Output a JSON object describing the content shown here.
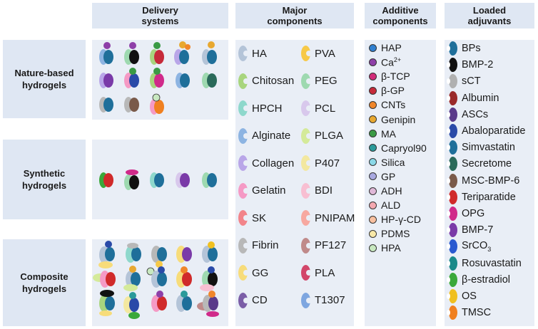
{
  "headers": {
    "delivery": "Delivery systems",
    "major": "Major components",
    "additive": "Additive components",
    "loaded": "Loaded adjuvants"
  },
  "rows": {
    "nature": "Nature-based hydrogels",
    "synthetic": "Synthetic hydrogels",
    "composite": "Composite hydrogels"
  },
  "major_components": [
    {
      "label": "HA",
      "color": "#b4c4d8"
    },
    {
      "label": "Chitosan",
      "color": "#a8d57e"
    },
    {
      "label": "HPCH",
      "color": "#8ed8cc"
    },
    {
      "label": "Alginate",
      "color": "#8db4e2"
    },
    {
      "label": "Collagen",
      "color": "#b9a6e8"
    },
    {
      "label": "Gelatin",
      "color": "#f59ac5"
    },
    {
      "label": "SK",
      "color": "#f2848a"
    },
    {
      "label": "Fibrin",
      "color": "#b8b8b8"
    },
    {
      "label": "GG",
      "color": "#f7dc7a"
    },
    {
      "label": "CD",
      "color": "#7b5ea7"
    },
    {
      "label": "PVA",
      "color": "#f7c948"
    },
    {
      "label": "PEG",
      "color": "#9ed9b0"
    },
    {
      "label": "PCL",
      "color": "#d8c8ec"
    },
    {
      "label": "PLGA",
      "color": "#d4ea9a"
    },
    {
      "label": "P407",
      "color": "#f3e8a0"
    },
    {
      "label": "BDI",
      "color": "#f8bfd2"
    },
    {
      "label": "PNIPAM",
      "color": "#f7a8a0"
    },
    {
      "label": "PF127",
      "color": "#c08a8a"
    },
    {
      "label": "PLA",
      "color": "#d2466a"
    },
    {
      "label": "T1307",
      "color": "#7ea6e0"
    }
  ],
  "additive_components": [
    {
      "label": "HAP",
      "color": "#2f7fcf"
    },
    {
      "label": "Ca",
      "sup": "2+",
      "color": "#8e3fa8"
    },
    {
      "label": "β-TCP",
      "color": "#d12b7a"
    },
    {
      "label": "β-GP",
      "color": "#c62a3a"
    },
    {
      "label": "CNTs",
      "color": "#f0862a"
    },
    {
      "label": "Genipin",
      "color": "#e8a830"
    },
    {
      "label": "MA",
      "color": "#3a9a45"
    },
    {
      "label": "Capryol90",
      "color": "#2a9a9a"
    },
    {
      "label": "Silica",
      "color": "#8ad8e8"
    },
    {
      "label": "GP",
      "color": "#a8a8e0"
    },
    {
      "label": "ADH",
      "color": "#e0b8d8"
    },
    {
      "label": "ALD",
      "color": "#f4a8b0"
    },
    {
      "label": "HP-γ-CD",
      "color": "#f8c0a0"
    },
    {
      "label": "PDMS",
      "color": "#f8e8a8"
    },
    {
      "label": "HPA",
      "color": "#c8e8c0"
    }
  ],
  "loaded_adjuvants": [
    {
      "label": "BPs",
      "color": "#1f6f9a"
    },
    {
      "label": "BMP-2",
      "color": "#111111"
    },
    {
      "label": "sCT",
      "color": "#b0b0b0"
    },
    {
      "label": "Albumin",
      "color": "#9a2a2a"
    },
    {
      "label": "ASCs",
      "color": "#5a3a8a"
    },
    {
      "label": "Abaloparatide",
      "color": "#2a4aa8"
    },
    {
      "label": "Simvastatin",
      "color": "#1f6f9a"
    },
    {
      "label": "Secretome",
      "color": "#2a6a5a"
    },
    {
      "label": "MSC-BMP-6",
      "color": "#7a5a4a"
    },
    {
      "label": "Teriparatide",
      "color": "#d02a2a"
    },
    {
      "label": "OPG",
      "color": "#d02a8a"
    },
    {
      "label": "BMP-7",
      "color": "#7a3aa8"
    },
    {
      "label": "SrCO",
      "sub": "3",
      "color": "#2a5ad0"
    },
    {
      "label": "Rosuvastatin",
      "color": "#1a8a8a"
    },
    {
      "label": "β-estradiol",
      "color": "#3aa83a"
    },
    {
      "label": "OS",
      "color": "#f0c020"
    },
    {
      "label": "TMSC",
      "color": "#f08020"
    }
  ]
}
